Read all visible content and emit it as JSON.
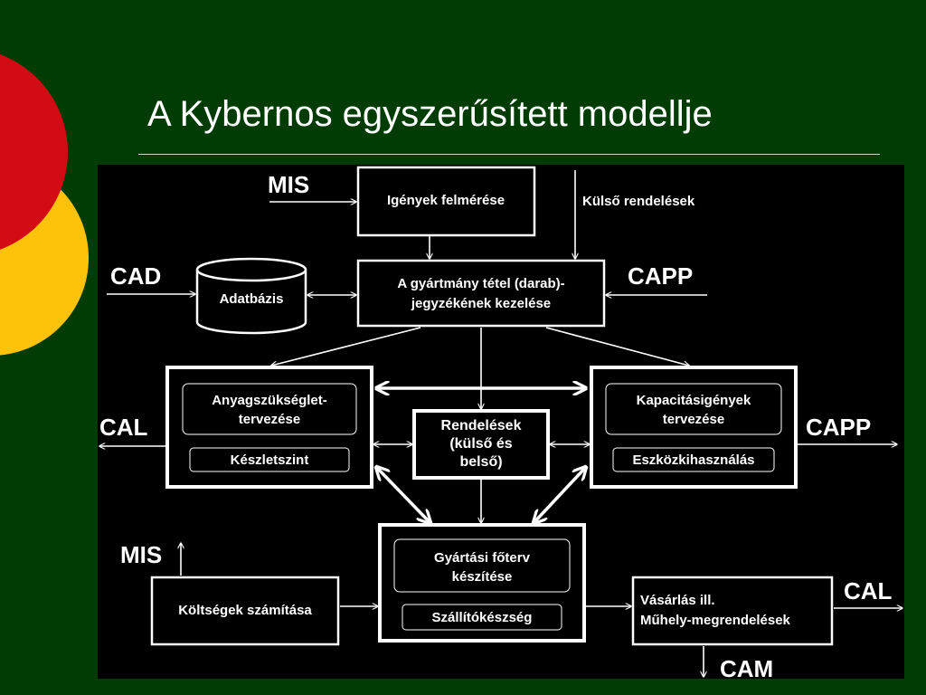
{
  "slide": {
    "title": "A Kybernos egyszerűsített modellje"
  },
  "colors": {
    "background": "#013c04",
    "panel": "#000000",
    "red_circle": "#d30b14",
    "yellow_circle": "#fcc30a",
    "foreground": "#ffffff"
  },
  "diagram": {
    "external": {
      "mis_top": "MIS",
      "kulso_rendelesek": "Külső rendelések",
      "cad": "CAD",
      "capp_top": "CAPP",
      "cal_left": "CAL",
      "capp_right": "CAPP",
      "mis_bottom": "MIS",
      "cal_right": "CAL",
      "cam": "CAM"
    },
    "boxes": {
      "igenyek": "Igények felmérése",
      "adatbazis": "Adatbázis",
      "gyartmany_line1": "A gyártmány tétel (darab)-",
      "gyartmany_line2": "jegyzékének kezelése",
      "anyag_line1": "Anyagszükséglet-",
      "anyag_line2": "tervezése",
      "keszletszint": "Készletszint",
      "rendelesek_line1": "Rendelések",
      "rendelesek_line2": "(külső és",
      "rendelesek_line3": "belső)",
      "kapacitas_line1": "Kapacitásigények",
      "kapacitas_line2": "tervezése",
      "eszkoz": "Eszközkihasználás",
      "gyartasi_line1": "Gyártási főterv",
      "gyartasi_line2": "készítése",
      "szallito": "Szállítókészség",
      "koltsegek": "Költségek számítása",
      "vasarlas_line1": "Vásárlás ill.",
      "vasarlas_line2": "Műhely-megrendelések"
    }
  }
}
